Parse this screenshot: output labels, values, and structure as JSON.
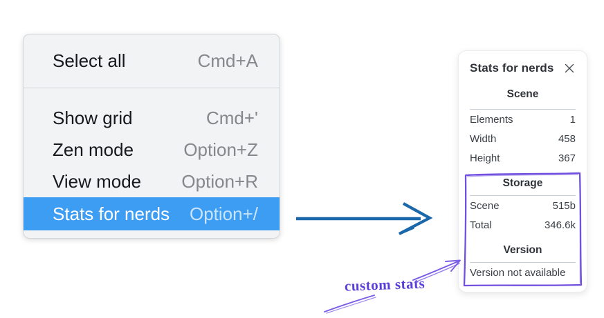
{
  "menu": {
    "items": [
      {
        "label": "Select all",
        "shortcut": "Cmd+A",
        "selected": false
      },
      {
        "label": "Show grid",
        "shortcut": "Cmd+'",
        "selected": false
      },
      {
        "label": "Zen mode",
        "shortcut": "Option+Z",
        "selected": false
      },
      {
        "label": "View mode",
        "shortcut": "Option+R",
        "selected": false
      },
      {
        "label": "Stats for nerds",
        "shortcut": "Option+/",
        "selected": true
      }
    ]
  },
  "panel": {
    "title": "Stats for nerds",
    "sections": [
      {
        "header": "Scene",
        "rows": [
          {
            "label": "Elements",
            "value": "1"
          },
          {
            "label": "Width",
            "value": "458"
          },
          {
            "label": "Height",
            "value": "367"
          }
        ]
      },
      {
        "header": "Storage",
        "rows": [
          {
            "label": "Scene",
            "value": "515b"
          },
          {
            "label": "Total",
            "value": "346.6k"
          }
        ]
      },
      {
        "header": "Version",
        "note": "Version not available"
      }
    ]
  },
  "annotation": {
    "label": "custom stats"
  },
  "icons": {
    "close": "close-icon",
    "flow_arrow": "right-arrow-icon",
    "sketch_arrow": "hand-drawn-arrow-icon",
    "sketch_box": "hand-drawn-box-icon"
  },
  "colors": {
    "menu_highlight": "#3d9df3",
    "menu_bg": "#f2f3f5",
    "flow_arrow_blue": "#1a67a9",
    "annotation_purple": "#7150e0",
    "annotation_text_purple": "#5b3fd8",
    "shortcut_gray": "#85878b"
  }
}
